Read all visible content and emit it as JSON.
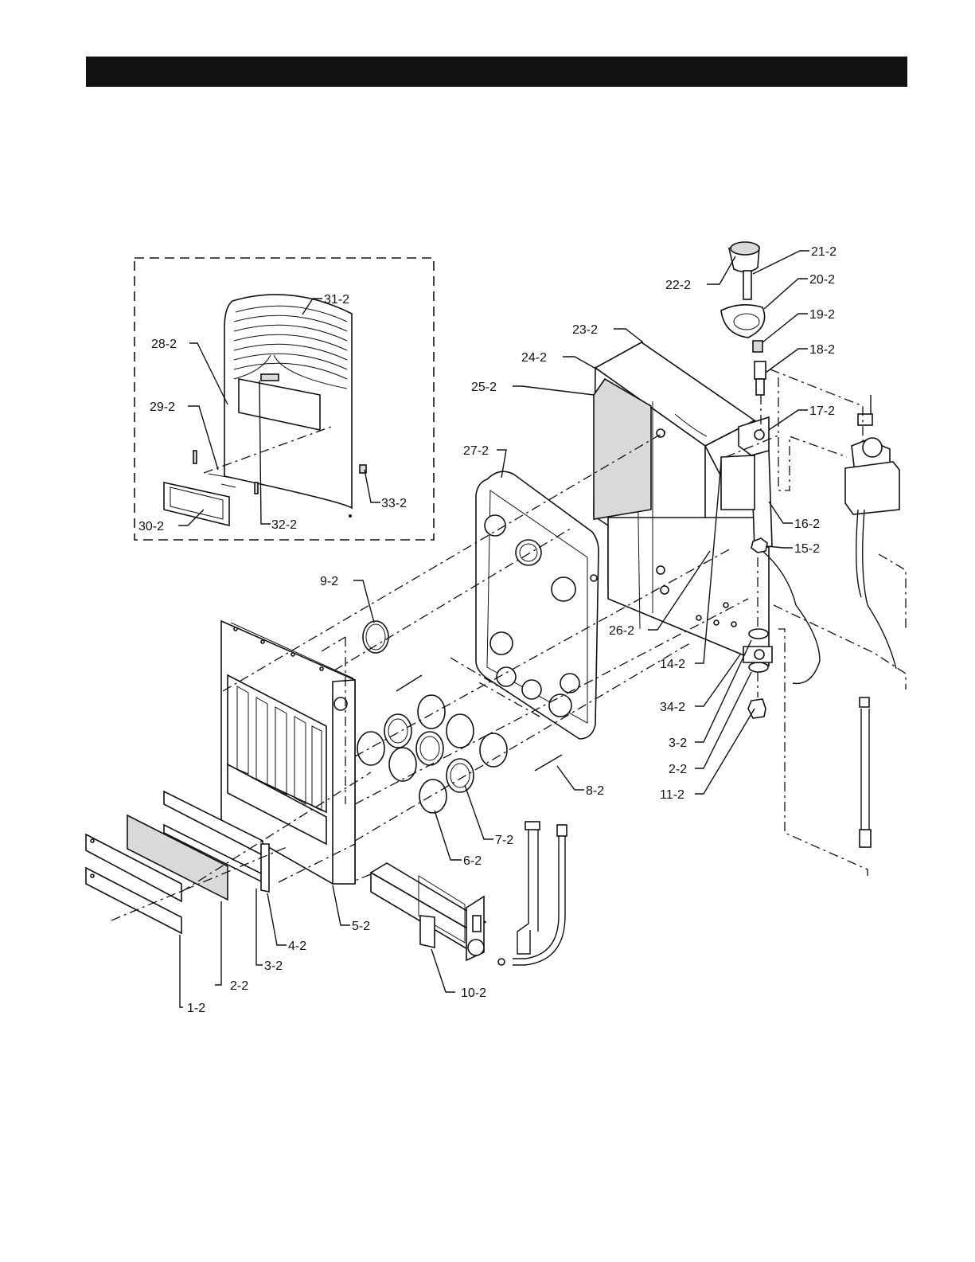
{
  "header_bar": {
    "text": ""
  },
  "part_labels": [
    {
      "id": "p31",
      "text": "31-2"
    },
    {
      "id": "p28",
      "text": "28-2"
    },
    {
      "id": "p29",
      "text": "29-2"
    },
    {
      "id": "p30",
      "text": "30-2"
    },
    {
      "id": "p32",
      "text": "32-2"
    },
    {
      "id": "p33",
      "text": "33-2"
    },
    {
      "id": "p22",
      "text": "22-2"
    },
    {
      "id": "p21",
      "text": "21-2"
    },
    {
      "id": "p20",
      "text": "20-2"
    },
    {
      "id": "p19",
      "text": "19-2"
    },
    {
      "id": "p18",
      "text": "18-2"
    },
    {
      "id": "p17",
      "text": "17-2"
    },
    {
      "id": "p23",
      "text": "23-2"
    },
    {
      "id": "p24",
      "text": "24-2"
    },
    {
      "id": "p25",
      "text": "25-2"
    },
    {
      "id": "p27",
      "text": "27-2"
    },
    {
      "id": "p16",
      "text": "16-2"
    },
    {
      "id": "p15",
      "text": "15-2"
    },
    {
      "id": "p9",
      "text": "9-2"
    },
    {
      "id": "p26",
      "text": "26-2"
    },
    {
      "id": "p14",
      "text": "14-2"
    },
    {
      "id": "p34",
      "text": "34-2"
    },
    {
      "id": "p3b",
      "text": "3-2"
    },
    {
      "id": "p2b",
      "text": "2-2"
    },
    {
      "id": "p11",
      "text": "11-2"
    },
    {
      "id": "p8",
      "text": "8-2"
    },
    {
      "id": "p7",
      "text": "7-2"
    },
    {
      "id": "p6",
      "text": "6-2"
    },
    {
      "id": "p5",
      "text": "5-2"
    },
    {
      "id": "p4",
      "text": "4-2"
    },
    {
      "id": "p3a",
      "text": "3-2"
    },
    {
      "id": "p2a",
      "text": "2-2"
    },
    {
      "id": "p1",
      "text": "1-2"
    },
    {
      "id": "p10",
      "text": "10-2"
    }
  ]
}
